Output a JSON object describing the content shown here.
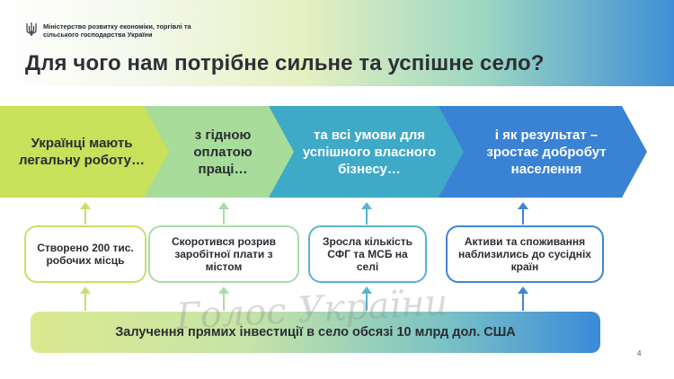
{
  "header": {
    "ministry_line1": "Міністерство розвитку економіки, торгівлі та",
    "ministry_line2": "сільського господарства України",
    "title": "Для чого нам потрібне сильне та успішне село?"
  },
  "chevrons": [
    {
      "label": "Українці мають легальну роботу…",
      "color": "#c9e05a"
    },
    {
      "label": "з гідною оплатою праці…",
      "color": "#a8dc9a"
    },
    {
      "label": "та всі умови для успішного власного бізнесу…",
      "color": "#3fa9c8"
    },
    {
      "label": "і як результат – зростає добробут населення",
      "color": "#3a82d4"
    }
  ],
  "cards": [
    {
      "text": "Створено 200 тис. робочих місць",
      "border": "#c8df6a"
    },
    {
      "text": "Скоротився розрив заробітної плати з містом",
      "border": "#a9dca7"
    },
    {
      "text": "Зросла кількість СФГ та МСБ на селі",
      "border": "#56b6c9"
    },
    {
      "text": "Активи та споживання наблизились до сусідніх країн",
      "border": "#3d86d2"
    }
  ],
  "bottom": {
    "text": "Залучення прямих інвестиції в село обсязі 10 млрд дол. США"
  },
  "page_number": "4",
  "watermark": "Голос України"
}
